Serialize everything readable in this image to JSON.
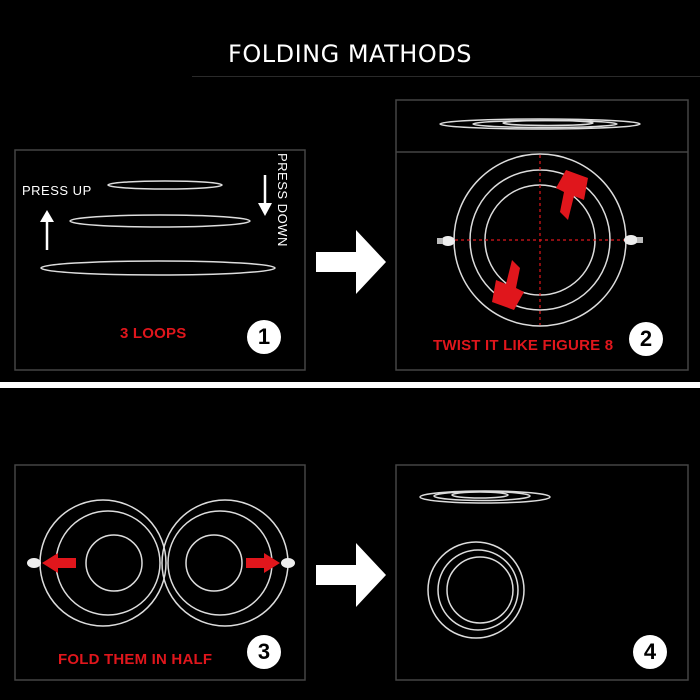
{
  "title": "FOLDING MATHODS",
  "steps": [
    {
      "number": "1",
      "caption": "3 LOOPS",
      "press_up": "PRESS UP",
      "press_down": "PRESS DOWN"
    },
    {
      "number": "2",
      "caption": "TWIST IT LIKE FIGURE 8"
    },
    {
      "number": "3",
      "caption": "FOLD THEM IN HALF"
    },
    {
      "number": "4",
      "caption": ""
    }
  ],
  "colors": {
    "background": "#000000",
    "line": "#ffffff",
    "accent": "#e0161c"
  }
}
